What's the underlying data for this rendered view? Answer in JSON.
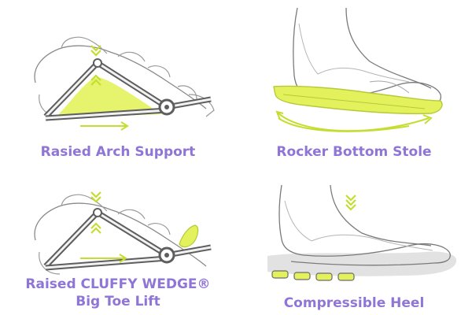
{
  "colors": {
    "accent_purple": "#8f75d6",
    "highlight_yellow": "#e3f25c",
    "arrow_green": "#c5dd30",
    "line_grey": "#6b6b6b",
    "shadow_grey": "#cfcfcf"
  },
  "panels": [
    {
      "caption_lines": [
        "Rasied Arch Support"
      ],
      "icon": "arch-support-diagram"
    },
    {
      "caption_lines": [
        "Rocker Bottom Stole"
      ],
      "icon": "rocker-bottom-diagram"
    },
    {
      "caption_lines": [
        "Raised CLUFFY WEDGE®",
        "Big Toe Lift"
      ],
      "icon": "toe-wedge-diagram"
    },
    {
      "caption_lines": [
        "Compressible Heel"
      ],
      "icon": "compressible-heel-diagram"
    }
  ]
}
